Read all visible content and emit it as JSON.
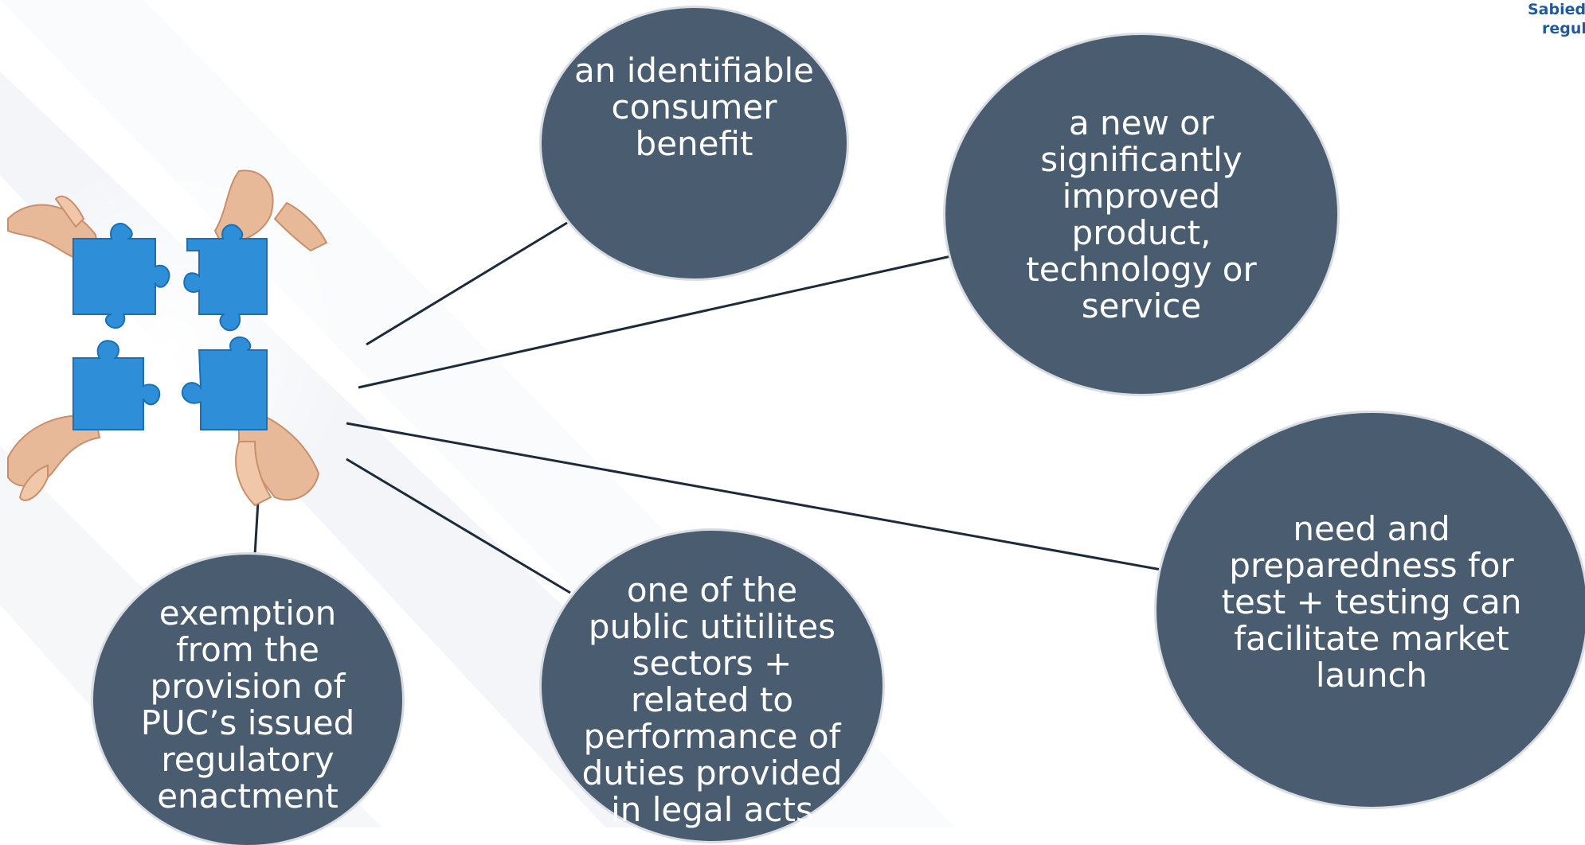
{
  "logo": {
    "line1": "Sabiedr",
    "line2": "regul"
  },
  "bubbles": {
    "consumer": "an identifiable\nconsumer\nbenefit",
    "product": "a new or\nsignificantly\nimproved\nproduct,\ntechnology or\nservice",
    "launch": "need and\npreparedness for\ntest + testing can\nfacilitate market\nlaunch",
    "sectors": "one of the\npublic utitilites\nsectors +\nrelated to\nperformance of\nduties provided\nin legal acts",
    "exemption": "exemption\nfrom the\nprovision of\nPUC’s issued\nregulatory\nenactment"
  },
  "colors": {
    "bubble_fill": "#4a5d70",
    "bubble_ring": "#d9dde3",
    "connector": "#1b2a3c",
    "puzzle_blue": "#2e8fd8",
    "logo": "#1f5a9e"
  },
  "icons": {
    "hub": "puzzle-hands-image"
  }
}
